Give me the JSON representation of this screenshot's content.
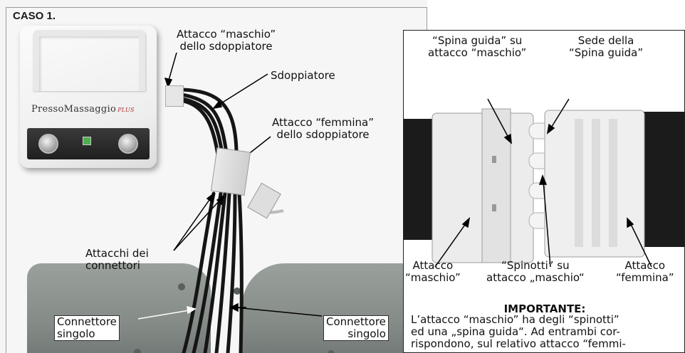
{
  "case_label": "CASO 1.",
  "device": {
    "brand_name": "PressoMassaggio",
    "brand_suffix": "PLUS"
  },
  "left_labels": {
    "male_connector": [
      "Attacco “maschio”",
      "dello sdoppiatore"
    ],
    "splitter": "Sdoppiatore",
    "female_connector": [
      "Attacco “femmina”",
      "dello sdoppiatore"
    ],
    "connector_sockets": [
      "Attacchi dei",
      "connettori"
    ],
    "single_connector_left": [
      "Connettore",
      "singolo"
    ],
    "single_connector_right": [
      "Connettore",
      "singolo"
    ]
  },
  "right_labels": {
    "guide_pin": [
      "“Spina guida” su",
      "attacco “maschio”"
    ],
    "guide_seat": [
      "Sede della",
      "“Spina guida”"
    ],
    "male": [
      "Attacco",
      "“maschio”"
    ],
    "pins": [
      "“Spinotti” su",
      "attacco „maschio“"
    ],
    "female": [
      "Attacco",
      "“femmina”"
    ]
  },
  "important": {
    "title": "IMPORTANTE:",
    "lines": [
      "L’attacco “maschio” ha degli “spinotti”",
      "ed una „spina guida“. Ad entrambi cor-",
      "rispondono, sul relativo attacco “femmi-"
    ]
  }
}
